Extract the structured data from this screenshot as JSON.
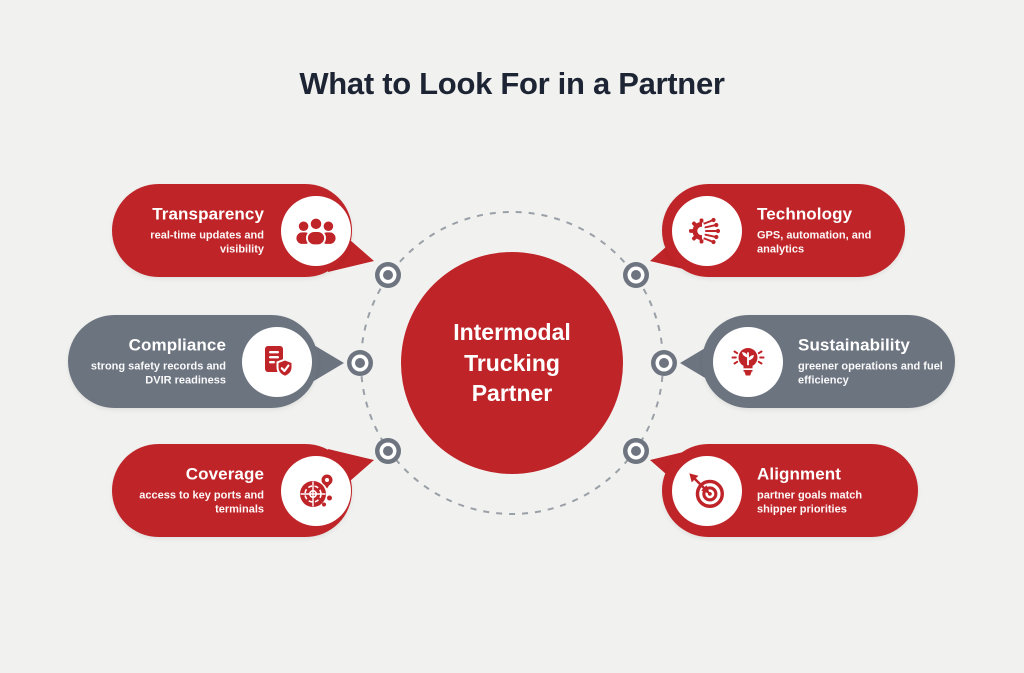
{
  "title": "What to Look For in a Partner",
  "center": {
    "line1": "Intermodal",
    "line2": "Trucking",
    "line3": "Partner"
  },
  "items": [
    {
      "id": "transparency",
      "title": "Transparency",
      "subtitle": "real-time updates and visibility",
      "color": "#bf2428",
      "icon": "people-group-icon"
    },
    {
      "id": "compliance",
      "title": "Compliance",
      "subtitle": "strong safety records and DVIR readiness",
      "color": "#6c7480",
      "icon": "document-shield-check-icon"
    },
    {
      "id": "coverage",
      "title": "Coverage",
      "subtitle": "access to key ports and terminals",
      "color": "#bf2428",
      "icon": "globe-location-icon"
    },
    {
      "id": "technology",
      "title": "Technology",
      "subtitle": "GPS, automation, and analytics",
      "color": "#bf2428",
      "icon": "gear-circuit-icon"
    },
    {
      "id": "sustainability",
      "title": "Sustainability",
      "subtitle": "greener operations and fuel efficiency",
      "color": "#6c7480",
      "icon": "lightbulb-leaf-icon"
    },
    {
      "id": "alignment",
      "title": "Alignment",
      "subtitle": "partner goals match shipper priorities",
      "color": "#bf2428",
      "icon": "target-arrow-icon"
    }
  ],
  "colors": {
    "background": "#f1f1ef",
    "brand_red": "#bf2428",
    "slate_gray": "#6c7480",
    "title_text": "#1d2433",
    "connector_gray": "#6e7580",
    "dashed_circle": "#9aa0a7",
    "pill_text": "#ffffff"
  }
}
